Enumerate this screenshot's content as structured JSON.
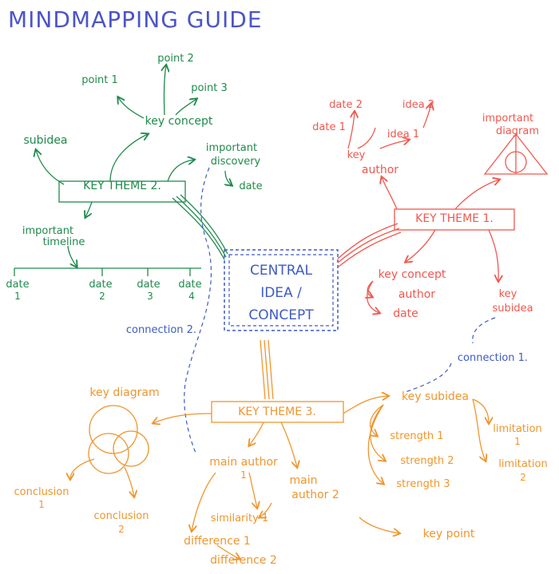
{
  "title": "MINDMAPPING GUIDE",
  "colors": {
    "title": "#4b55c8",
    "central": "#3f5bc4",
    "theme1": "#f0584f",
    "theme2": "#1f8a4c",
    "theme3": "#f0952c",
    "connection": "#3f5bc4"
  },
  "central": {
    "line1": "CENTRAL",
    "line2": "IDEA /",
    "line3": "CONCEPT"
  },
  "theme2": {
    "label": "KEY THEME 2.",
    "key_concept": "key concept",
    "point1": "point 1",
    "point2": "point 2",
    "point3": "point 3",
    "subidea": "subidea",
    "discovery_line1": "important",
    "discovery_line2": "discovery",
    "date": "date",
    "timeline_line1": "important",
    "timeline_line2": "timeline",
    "timeline_dates": [
      {
        "label": "date",
        "num": "1"
      },
      {
        "label": "date",
        "num": "2"
      },
      {
        "label": "date",
        "num": "3"
      },
      {
        "label": "date",
        "num": "4"
      }
    ]
  },
  "theme1": {
    "label": "KEY THEME 1.",
    "date2": "date 2",
    "idea2": "idea 2",
    "date1": "date 1",
    "idea1": "idea 1",
    "key_author_line1": "key",
    "key_author_line2": "author",
    "diagram_line1": "important",
    "diagram_line2": "diagram",
    "key_concept": "key concept",
    "author": "author",
    "date": "date",
    "subidea_line1": "key",
    "subidea_line2": "subidea"
  },
  "theme3": {
    "label": "KEY THEME 3.",
    "key_diagram": "key diagram",
    "conclusion1": "conclusion",
    "conclusion1_num": "1",
    "conclusion2": "conclusion",
    "conclusion2_num": "2",
    "main_author1": "main author",
    "main_author1_num": "1",
    "similarity": "similarity 1",
    "main_author2_line1": "main",
    "main_author2_line2": "author 2",
    "difference1": "difference 1",
    "difference2": "difference 2",
    "key_point": "key point",
    "key_subidea": "key subidea",
    "strength1": "strength 1",
    "strength2": "strength 2",
    "strength3": "strength 3",
    "limitation1": "limitation",
    "limitation1_num": "1",
    "limitation2": "limitation",
    "limitation2_num": "2"
  },
  "connections": {
    "c1": "connection 1.",
    "c2": "connection 2."
  }
}
